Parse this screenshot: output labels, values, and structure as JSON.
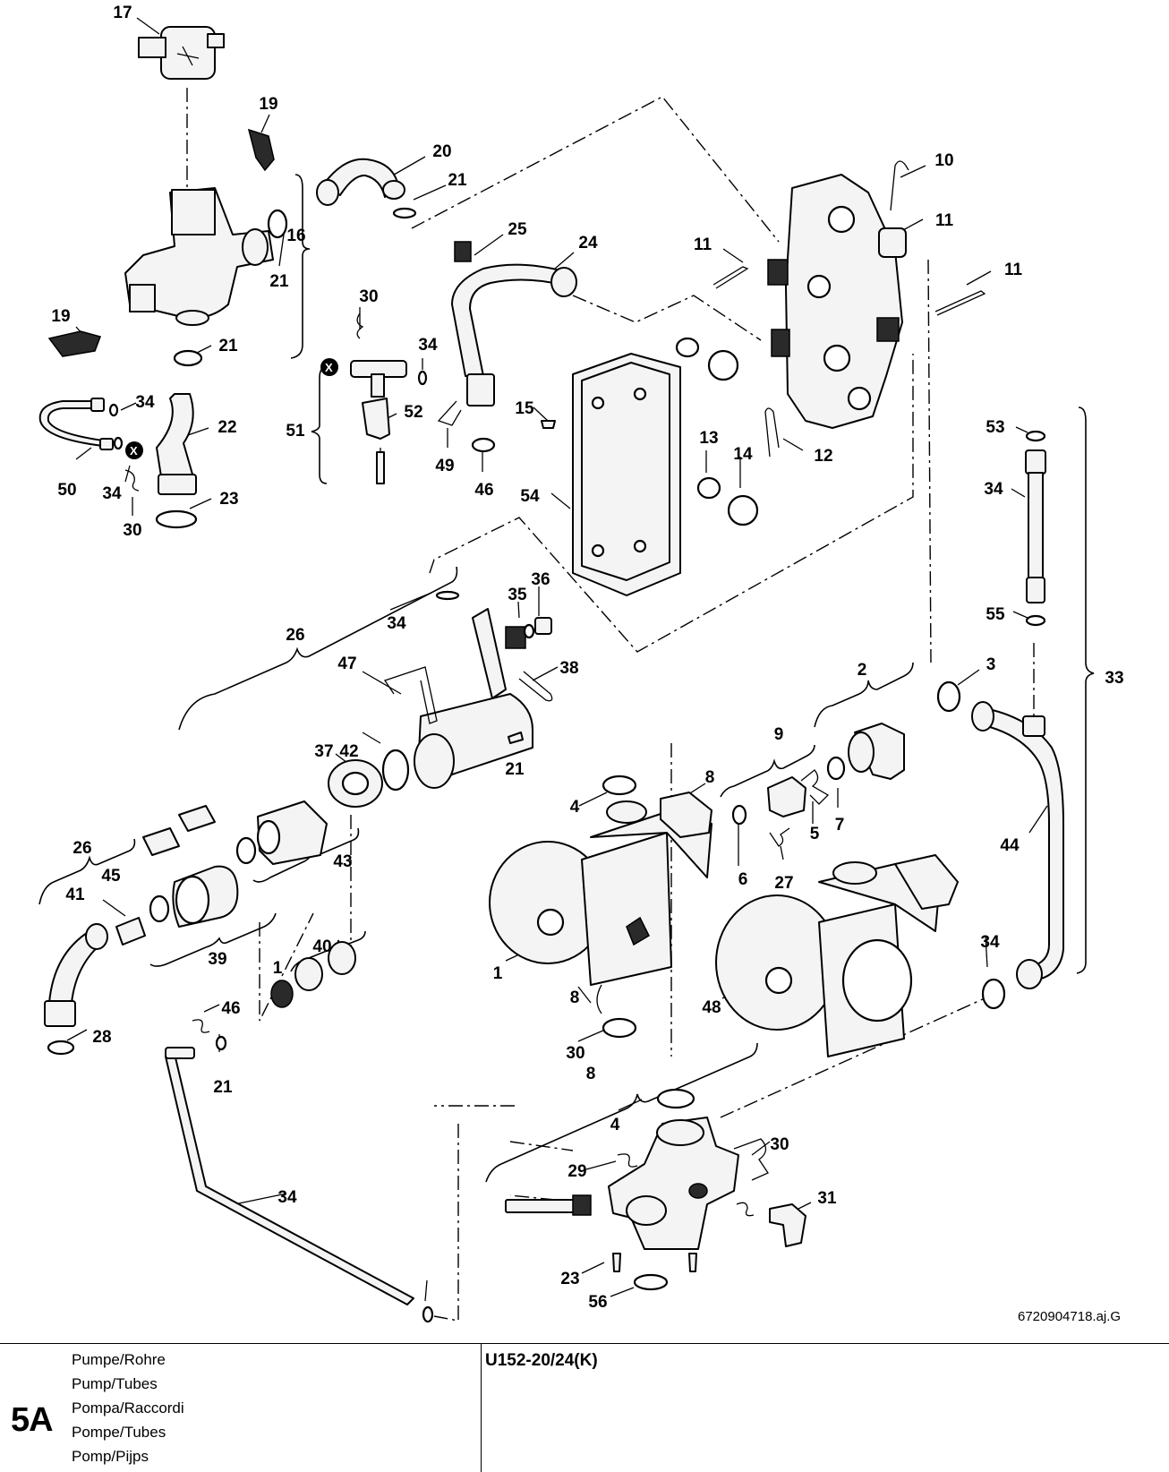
{
  "diagram": {
    "document_number": "6720904718.aj.G",
    "marker": "X",
    "labels": [
      "17",
      "19",
      "20",
      "21",
      "16",
      "21",
      "19",
      "21",
      "34",
      "22",
      "50",
      "34",
      "30",
      "23",
      "30",
      "34",
      "51",
      "52",
      "49",
      "25",
      "24",
      "46",
      "15",
      "11",
      "10",
      "11",
      "11",
      "12",
      "13",
      "14",
      "54",
      "53",
      "34",
      "55",
      "33",
      "26",
      "34",
      "35",
      "36",
      "38",
      "47",
      "42",
      "37",
      "21",
      "3",
      "2",
      "9",
      "8",
      "4",
      "5",
      "7",
      "6",
      "27",
      "44",
      "26",
      "45",
      "41",
      "43",
      "39",
      "40",
      "1",
      "1",
      "48",
      "8",
      "30",
      "34",
      "46",
      "21",
      "28",
      "8",
      "4",
      "30",
      "29",
      "31",
      "23",
      "56",
      "34"
    ]
  },
  "footer": {
    "section_code": "5A",
    "titles": [
      "Pumpe/Rohre",
      "Pump/Tubes",
      "Pompa/Raccordi",
      "Pompe/Tubes",
      "Pomp/Pijps"
    ],
    "model": "U152-20/24(K)"
  }
}
